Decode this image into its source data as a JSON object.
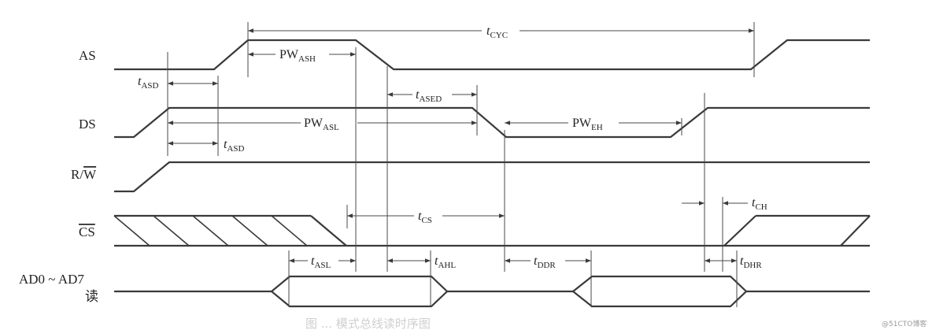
{
  "signals": {
    "as": "AS",
    "ds": "DS",
    "rw_prefix": "R/",
    "rw_bar": "W",
    "cs": "CS",
    "ad": "AD0 ~ AD7",
    "ad_read": "读"
  },
  "timing": {
    "tcyc": {
      "main": "t",
      "sub": "CYC"
    },
    "pwash": {
      "main": "PW",
      "sub": "ASH"
    },
    "tasd1": {
      "main": "t",
      "sub": "ASD"
    },
    "tased": {
      "main": "t",
      "sub": "ASED"
    },
    "pwasl": {
      "main": "PW",
      "sub": "ASL"
    },
    "pweh": {
      "main": "PW",
      "sub": "EH"
    },
    "tasd2": {
      "main": "t",
      "sub": "ASD"
    },
    "tcs": {
      "main": "t",
      "sub": "CS"
    },
    "tch": {
      "main": "t",
      "sub": "CH"
    },
    "tasl": {
      "main": "t",
      "sub": "ASL"
    },
    "tahl": {
      "main": "t",
      "sub": "AHL"
    },
    "tddr": {
      "main": "t",
      "sub": "DDR"
    },
    "tdhr": {
      "main": "t",
      "sub": "DHR"
    }
  },
  "caption": "图 ... 模式总线读时序图",
  "watermark": "@51CTO博客"
}
